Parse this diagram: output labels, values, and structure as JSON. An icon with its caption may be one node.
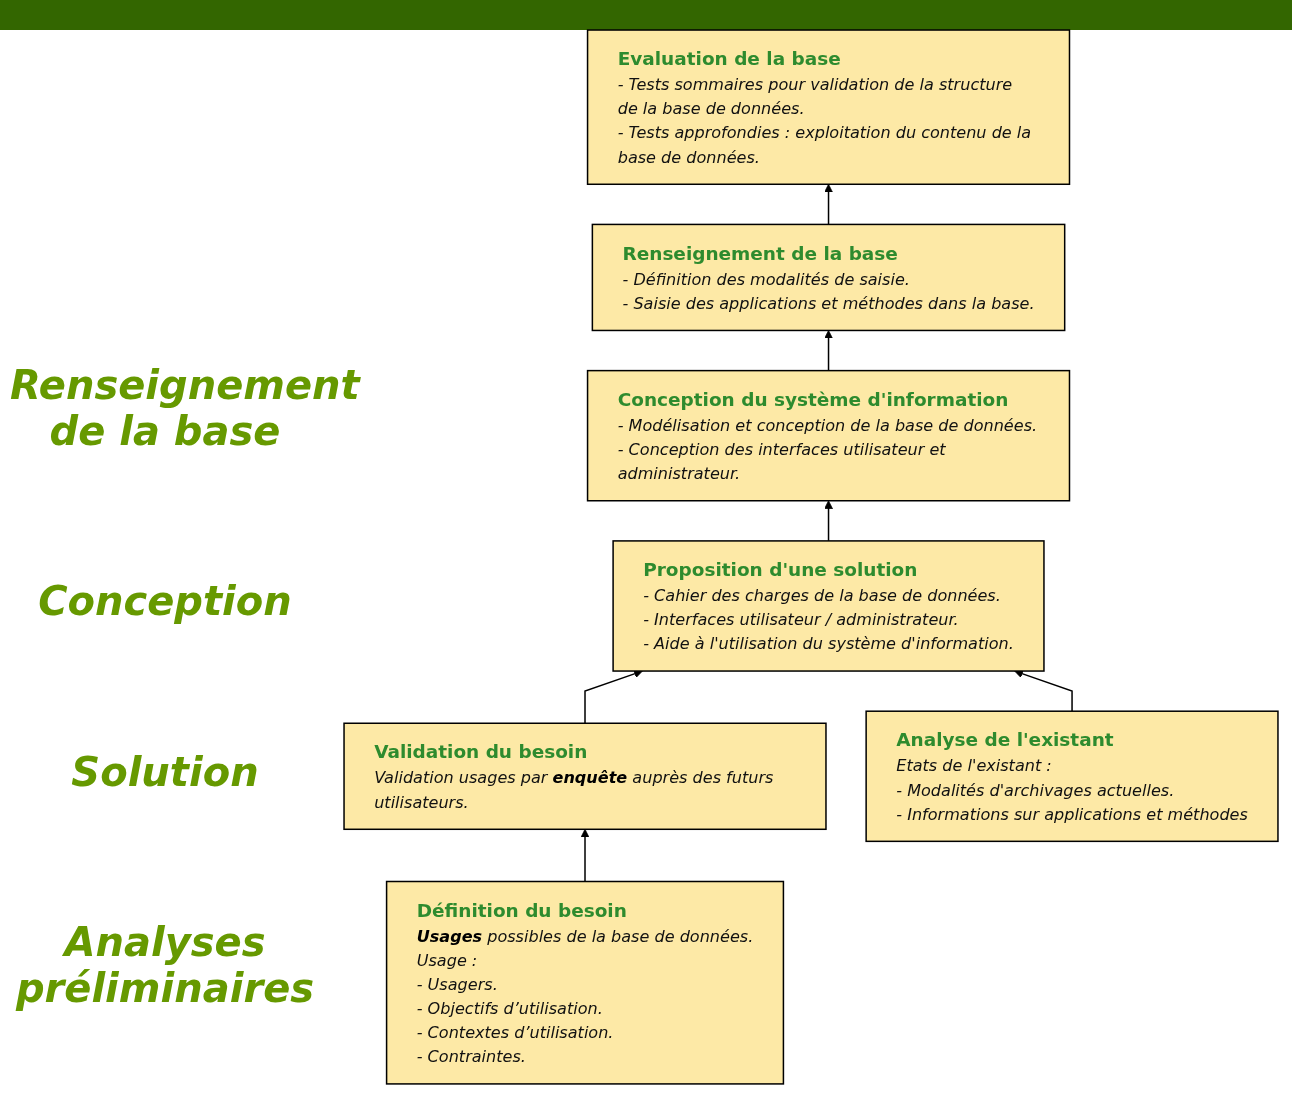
{
  "diagram": {
    "nodes": [
      {
        "text": [
          "Evaluation de la base",
          "- Tests sommaires pour validation de la structure de la base de données.",
          "- Tests approfondies : exploitation du contenu de la base de données."
        ]
      },
      {
        "text": [
          "Renseignement de la base",
          "- Définition des modalités de saisie.",
          "- Saisie des applications et méthodes dans la base."
        ]
      },
      {
        "text": [
          "Conception du système d'information",
          "- Modélisation et conception de la base de données.",
          "- Conception des interfaces utilisateur et administrateur."
        ]
      },
      {
        "text": [
          "Proposition d'une solution",
          "- Cahier des charges de la base de données.",
          "- Interfaces utilisateur / administrateur.",
          "- Aide à l'utilisation du système d'information."
        ]
      },
      {
        "text": [
          "Validation du besoin",
          "Validation usages par **enquête** auprès des futurs utilisateurs."
        ]
      },
      {
        "text": [
          "Définition du besoin",
          "**Usages** possibles de la base de données.",
          "Usage :",
          "- Usagers.",
          "- Objectifs d’utilisation.",
          "- Contextes d’utilisation.",
          "- Contraintes."
        ]
      },
      {
        "text": [
          "Analyse de l'existant",
          "Etats de l'existant :",
          "- Modalités d'archivages actuelles.",
          "- Informations sur applications et méthodes"
        ]
      }
    ],
    "edges": [
      {
        "from": 1,
        "to": 0,
        "arrow": "to"
      },
      {
        "from": 2,
        "to": 1,
        "arrow": "to"
      },
      {
        "from": 3,
        "to": 2,
        "arrow": "to"
      },
      {
        "from": 4,
        "to": 3,
        "arrow": "to"
      },
      {
        "from": 6,
        "to": 3,
        "arrow": "to"
      },
      {
        "from": 5,
        "to": 4,
        "arrow": "to"
      }
    ],
    "labels": [
      "Renseignement de la base",
      "Conception",
      "Solution",
      "Analyses préliminaires"
    ]
  }
}
